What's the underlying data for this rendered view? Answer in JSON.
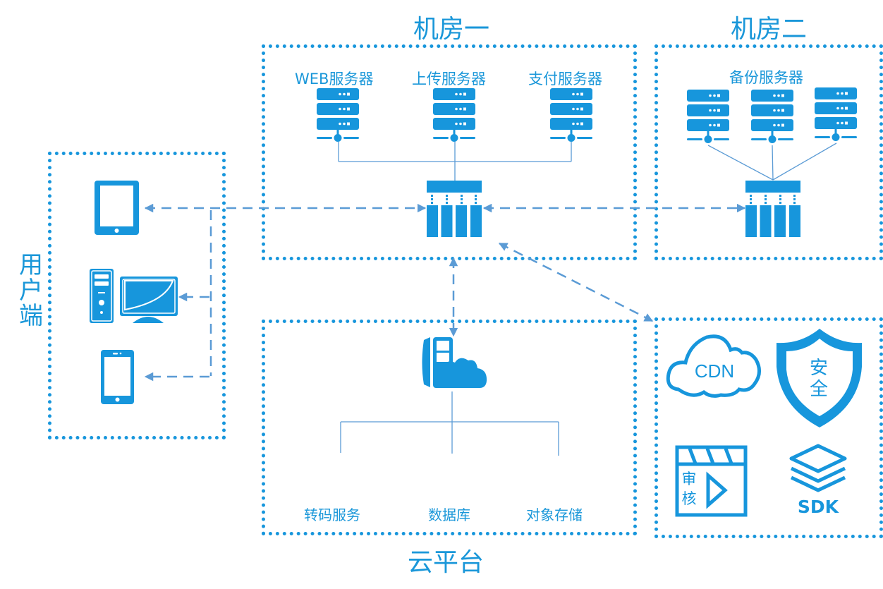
{
  "colors": {
    "primary": "#1796dc",
    "connector": "#5b9bd5"
  },
  "rooms": {
    "room1": {
      "title": "机房一",
      "servers": [
        {
          "label": "WEB服务器",
          "icon": "server-icon"
        },
        {
          "label": "上传服务器",
          "icon": "server-icon"
        },
        {
          "label": "支付服务器",
          "icon": "server-icon"
        }
      ],
      "switch_icon": "network-switch-icon"
    },
    "room2": {
      "title": "机房二",
      "group_label": "备份服务器",
      "servers": [
        {
          "icon": "server-icon"
        },
        {
          "icon": "server-icon"
        },
        {
          "icon": "server-icon"
        }
      ],
      "switch_icon": "network-switch-icon"
    }
  },
  "client": {
    "title": "用户端",
    "title_chars": [
      "用",
      "户",
      "端"
    ],
    "devices": [
      {
        "icon": "tablet-icon"
      },
      {
        "icon": "desktop-computer-icon"
      },
      {
        "icon": "smartphone-icon"
      }
    ]
  },
  "cloud": {
    "title": "云平台",
    "icon": "cloud-server-icon",
    "services": [
      {
        "label": "转码服务"
      },
      {
        "label": "数据库"
      },
      {
        "label": "对象存储"
      }
    ]
  },
  "extras": {
    "items": [
      {
        "label": "CDN",
        "icon": "cdn-cloud-icon"
      },
      {
        "label": "安全",
        "chars": [
          "安",
          "全"
        ],
        "icon": "security-shield-icon"
      },
      {
        "label": "审核",
        "chars": [
          "审",
          "核"
        ],
        "icon": "review-video-icon"
      },
      {
        "label": "SDK",
        "icon": "sdk-layers-icon"
      }
    ]
  }
}
